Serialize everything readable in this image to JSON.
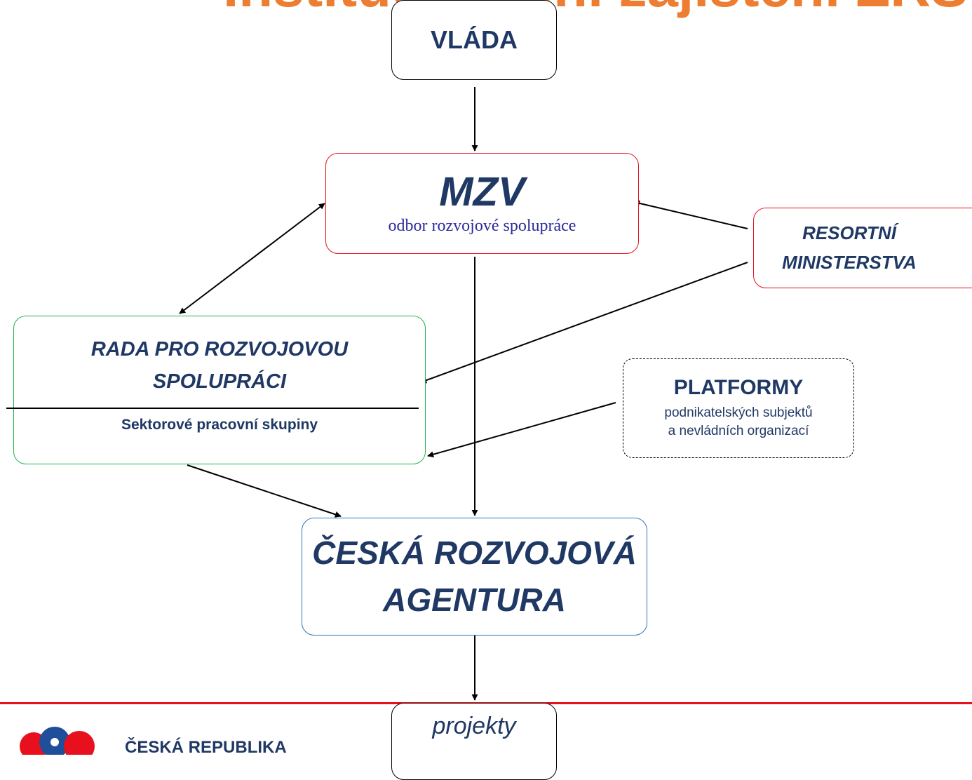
{
  "title": "Institucionální zajištění ZRS",
  "colors": {
    "title": "#ED7D31",
    "text_navy": "#1F3864",
    "border_red": "#E8101C",
    "border_green": "#1DB34A",
    "border_blue": "#2E75B6",
    "border_black": "#000000",
    "subtitle_blue": "#2B2B9A"
  },
  "nodes": {
    "vlada": {
      "label": "VLÁDA"
    },
    "mzv": {
      "label": "MZV",
      "sub": "odbor rozvojové spolupráce"
    },
    "resortni": {
      "line1": "RESORTNÍ",
      "line2": "MINISTERSTVA"
    },
    "rada": {
      "line1": "RADA PRO ROZVOJOVOU",
      "line2": "SPOLUPRÁCI",
      "sub": "Sektorové pracovní skupiny"
    },
    "platformy": {
      "label": "PLATFORMY",
      "line1": "podnikatelských subjektů",
      "line2": "a nevládních organizací"
    },
    "agentura": {
      "line1": "ČESKÁ ROZVOJOVÁ",
      "line2": "AGENTURA"
    },
    "projekty": {
      "label": "projekty"
    }
  },
  "edges": [
    {
      "from": "vlada",
      "to": "mzv"
    },
    {
      "from": "mzv",
      "to": "rada",
      "bidirectional": true
    },
    {
      "from": "resortni",
      "to": "mzv"
    },
    {
      "from": "resortni",
      "to": "rada"
    },
    {
      "from": "platformy",
      "to": "rada"
    },
    {
      "from": "mzv",
      "to": "agentura"
    },
    {
      "from": "rada",
      "to": "agentura"
    },
    {
      "from": "agentura",
      "to": "projekty"
    }
  ],
  "footer": {
    "org": "ČESKÁ REPUBLIKA"
  }
}
